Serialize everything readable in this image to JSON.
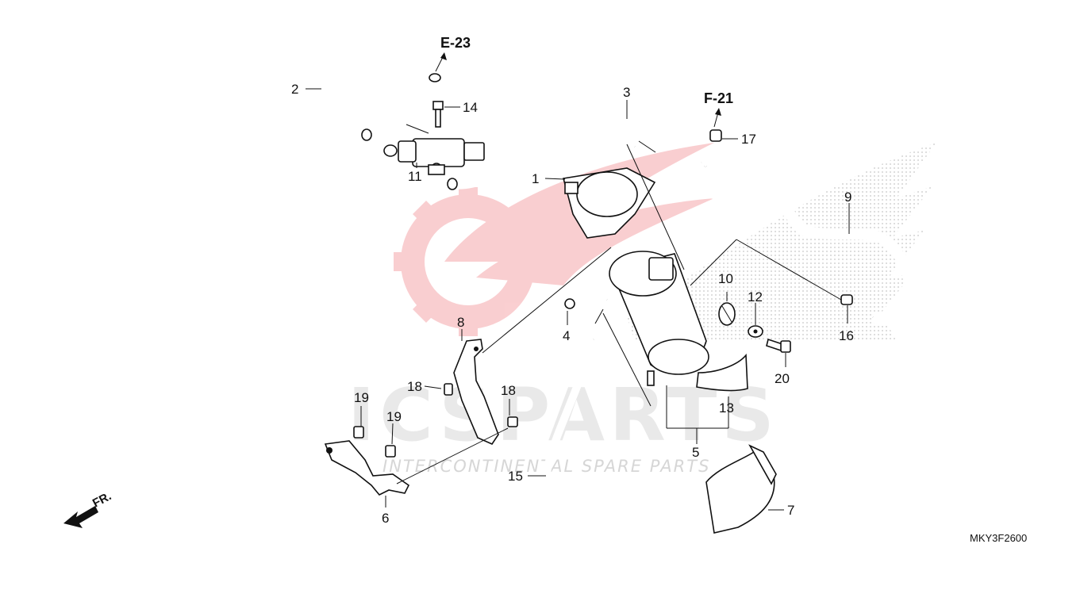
{
  "diagram": {
    "refs": {
      "e23": "E-23",
      "f21": "F-21"
    },
    "front_label": "FR.",
    "figure_code": "MKY3F2600",
    "watermark": {
      "main_text": "ICSPARTS",
      "tagline": "INTERCONTINENTAL SPARE PARTS",
      "brand_color": "#e7262f"
    },
    "callouts": {
      "c1": "1",
      "c2": "2",
      "c3": "3",
      "c4": "4",
      "c5": "5",
      "c6": "6",
      "c7": "7",
      "c8": "8",
      "c9": "9",
      "c10": "10",
      "c11": "11",
      "c12": "12",
      "c13": "13",
      "c14": "14",
      "c15": "15",
      "c16": "16",
      "c17": "17",
      "c18a": "18",
      "c18b": "18",
      "c19a": "19",
      "c19b": "19",
      "c20": "20"
    }
  }
}
